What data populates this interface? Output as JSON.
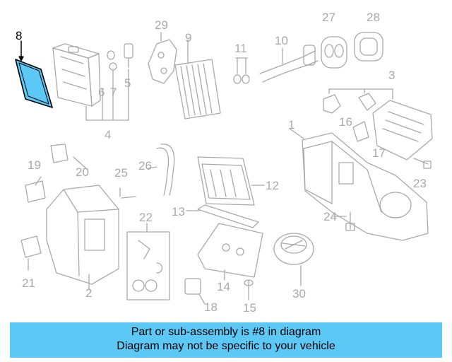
{
  "diagram": {
    "highlight_color": "#5bc8f5",
    "part_color": "#a9a9a9",
    "callouts": [
      {
        "label": "8",
        "highlighted": true
      },
      {
        "label": "6"
      },
      {
        "label": "7"
      },
      {
        "label": "5"
      },
      {
        "label": "4"
      },
      {
        "label": "29"
      },
      {
        "label": "9"
      },
      {
        "label": "11"
      },
      {
        "label": "10"
      },
      {
        "label": "27"
      },
      {
        "label": "28"
      },
      {
        "label": "3"
      },
      {
        "label": "16"
      },
      {
        "label": "17"
      },
      {
        "label": "1"
      },
      {
        "label": "19"
      },
      {
        "label": "20"
      },
      {
        "label": "25"
      },
      {
        "label": "26"
      },
      {
        "label": "12"
      },
      {
        "label": "23"
      },
      {
        "label": "13"
      },
      {
        "label": "24"
      },
      {
        "label": "22"
      },
      {
        "label": "21"
      },
      {
        "label": "2"
      },
      {
        "label": "14"
      },
      {
        "label": "30"
      },
      {
        "label": "18"
      },
      {
        "label": "15"
      }
    ]
  },
  "banner": {
    "line1": "Part or sub-assembly is #8 in diagram",
    "line2": "Diagram may not be specific to your vehicle"
  }
}
